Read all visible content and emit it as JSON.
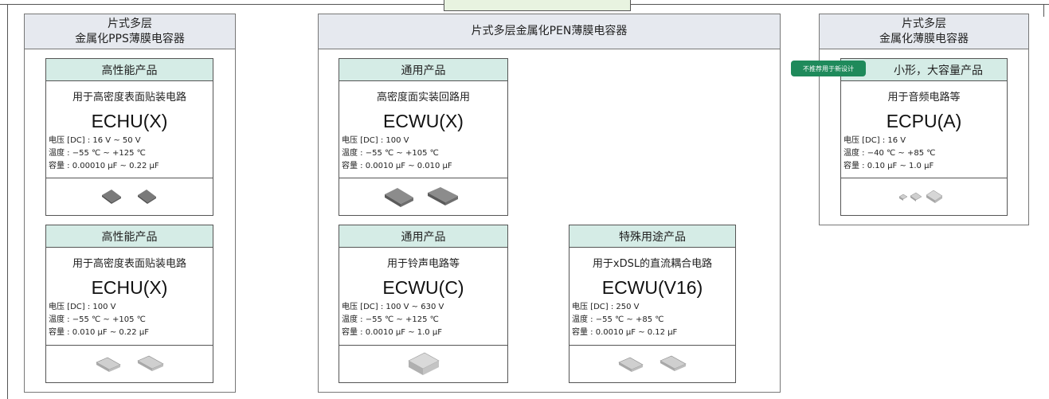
{
  "groups": {
    "pps": {
      "title_line1": "片式多层",
      "title_line2": "金属化PPS薄膜电容器"
    },
    "pen": {
      "title": "片式多层金属化PEN薄膜电容器"
    },
    "metal": {
      "title_line1": "片式多层",
      "title_line2": "金属化薄膜电容器"
    }
  },
  "badge": "不推荐用于新设计",
  "cards": {
    "echu1": {
      "category": "高性能产品",
      "desc": "用于高密度表面贴装电路",
      "model": "ECHU(X)",
      "voltage": "电压 [DC] : 16 V ~ 50 V",
      "temp": "温度 : −55 ℃ ~ +125 ℃",
      "cap": "容量 : 0.00010 μF ~ 0.22 μF"
    },
    "echu2": {
      "category": "高性能产品",
      "desc": "用于高密度表面贴装电路",
      "model": "ECHU(X)",
      "voltage": "电压 [DC] : 100 V",
      "temp": "温度 : −55 ℃ ~ +105 ℃",
      "cap": "容量 : 0.010 μF ~ 0.22 μF"
    },
    "ecwux": {
      "category": "通用产品",
      "desc": "高密度面实装回路用",
      "model": "ECWU(X)",
      "voltage": "电压 [DC] : 100 V",
      "temp": "温度 : −55 ℃ ~ +105 ℃",
      "cap": "容量 : 0.0010 μF ~ 0.010 μF"
    },
    "ecwuc": {
      "category": "通用产品",
      "desc": "用于铃声电路等",
      "model": "ECWU(C)",
      "voltage": "电压 [DC] : 100 V ~ 630 V",
      "temp": "温度 : −55 ℃ ~ +125 ℃",
      "cap": "容量 : 0.0010 μF ~ 1.0 μF"
    },
    "ecwuv16": {
      "category": "特殊用途产品",
      "desc": "用于xDSL的直流耦合电路",
      "model": "ECWU(V16)",
      "voltage": "电压 [DC] : 250 V",
      "temp": "温度 : −55 ℃ ~ +85 ℃",
      "cap": "容量 : 0.0010 μF ~ 0.12 μF"
    },
    "ecpu": {
      "category": "小形，大容量产品",
      "desc": "用于音频电路等",
      "model": "ECPU(A)",
      "voltage": "电压 [DC] : 16 V",
      "temp": "温度 : −40 ℃ ~ +85 ℃",
      "cap": "容量 : 0.10 μF ~ 1.0 μF"
    }
  },
  "icons": [
    "chip-capacitor-icon"
  ],
  "colors": {
    "group_header": "#e6e9ef",
    "card_header": "#d5ece6",
    "badge": "#1f8a5b"
  }
}
